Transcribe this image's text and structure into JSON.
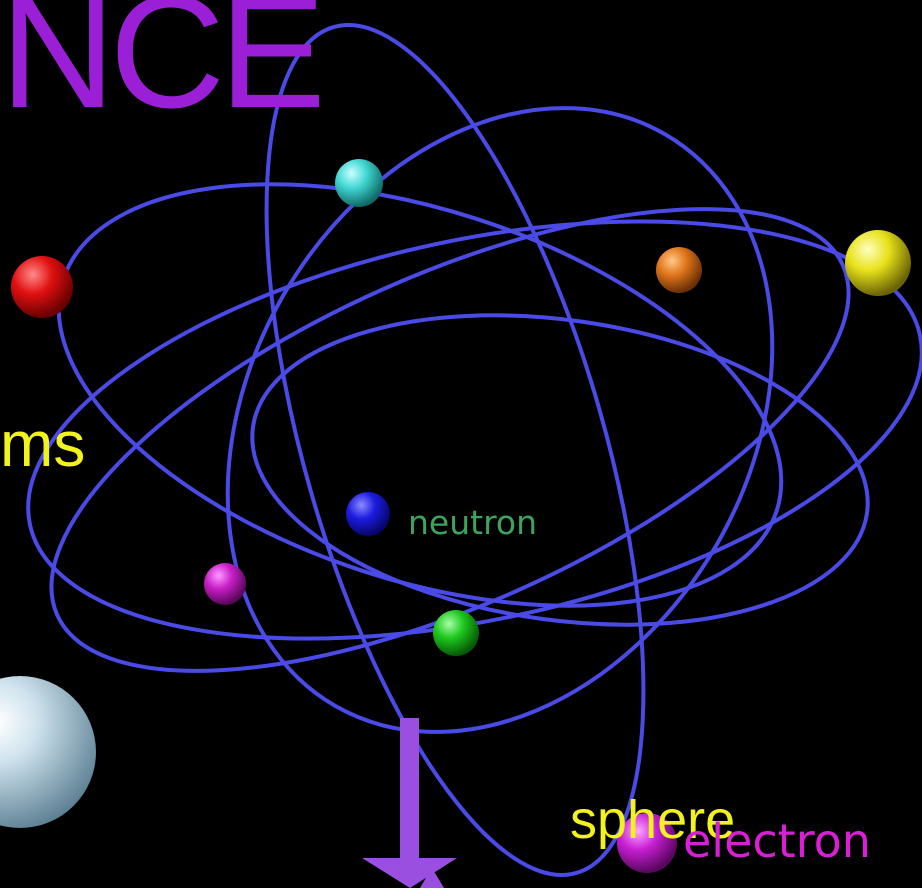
{
  "title_fragment": "NCE",
  "text_fragment": "ms",
  "caption": "sphere",
  "labels": {
    "neutron": "neutron",
    "electron": "electron"
  },
  "colors": {
    "background": "#000000",
    "title": "#9a1fd6",
    "body_text": "#f2f21c",
    "orbit": "#4a4ae6",
    "neutron_label": "#3da35e",
    "electron_label": "#d81fd4",
    "arrow": "#9b4fe0"
  },
  "particles": [
    {
      "name": "red-particle",
      "color": "#e01010"
    },
    {
      "name": "cyan-particle",
      "color": "#3fd6d2"
    },
    {
      "name": "orange-particle",
      "color": "#e0751a"
    },
    {
      "name": "yellow-particle",
      "color": "#e8e21a"
    },
    {
      "name": "blue-particle",
      "color": "#1c1ce0"
    },
    {
      "name": "magenta-particle",
      "color": "#c81fc8"
    },
    {
      "name": "green-particle",
      "color": "#1ec81e"
    },
    {
      "name": "electron-particle",
      "color": "#c81fd4"
    },
    {
      "name": "large-sphere",
      "color": "#b7d2e0"
    }
  ]
}
